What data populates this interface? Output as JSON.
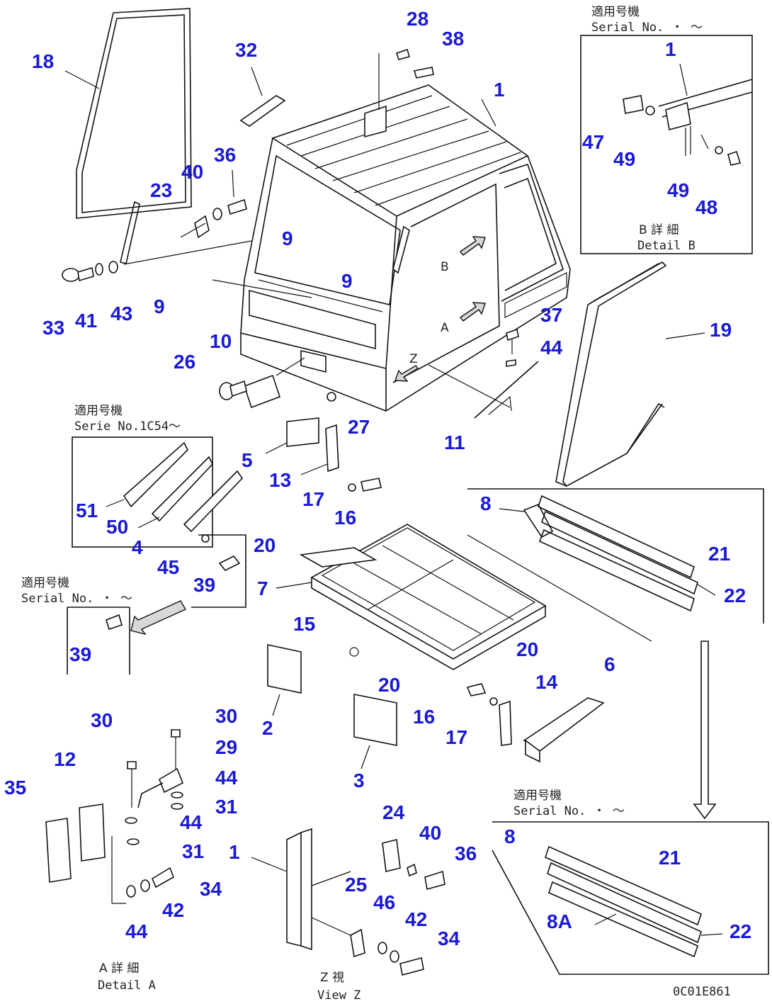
{
  "drawing_id": "0C01E861",
  "callouts": [
    {
      "id": "c18",
      "text": "18"
    },
    {
      "id": "c32",
      "text": "32"
    },
    {
      "id": "c28",
      "text": "28"
    },
    {
      "id": "c38",
      "text": "38"
    },
    {
      "id": "c1a",
      "text": "1"
    },
    {
      "id": "c36a",
      "text": "36"
    },
    {
      "id": "c40a",
      "text": "40"
    },
    {
      "id": "c23",
      "text": "23"
    },
    {
      "id": "c9a",
      "text": "9"
    },
    {
      "id": "c9b",
      "text": "9"
    },
    {
      "id": "c9c",
      "text": "9"
    },
    {
      "id": "c33",
      "text": "33"
    },
    {
      "id": "c41",
      "text": "41"
    },
    {
      "id": "c43",
      "text": "43"
    },
    {
      "id": "c10",
      "text": "10"
    },
    {
      "id": "c26",
      "text": "26"
    },
    {
      "id": "c27",
      "text": "27"
    },
    {
      "id": "c5",
      "text": "5"
    },
    {
      "id": "c13",
      "text": "13"
    },
    {
      "id": "c17a",
      "text": "17"
    },
    {
      "id": "c16a",
      "text": "16"
    },
    {
      "id": "c37",
      "text": "37"
    },
    {
      "id": "c44a",
      "text": "44"
    },
    {
      "id": "c11",
      "text": "11"
    },
    {
      "id": "c19",
      "text": "19"
    },
    {
      "id": "c51",
      "text": "51"
    },
    {
      "id": "c50",
      "text": "50"
    },
    {
      "id": "c4",
      "text": "4"
    },
    {
      "id": "c45",
      "text": "45"
    },
    {
      "id": "c39a",
      "text": "39"
    },
    {
      "id": "c39b",
      "text": "39"
    },
    {
      "id": "c20a",
      "text": "20"
    },
    {
      "id": "c7",
      "text": "7"
    },
    {
      "id": "c20b",
      "text": "20"
    },
    {
      "id": "c20c",
      "text": "20"
    },
    {
      "id": "c15",
      "text": "15"
    },
    {
      "id": "c8a",
      "text": "8"
    },
    {
      "id": "c21a",
      "text": "21"
    },
    {
      "id": "c22a",
      "text": "22"
    },
    {
      "id": "c2",
      "text": "2"
    },
    {
      "id": "c3",
      "text": "3"
    },
    {
      "id": "c6",
      "text": "6"
    },
    {
      "id": "c14",
      "text": "14"
    },
    {
      "id": "c16b",
      "text": "16"
    },
    {
      "id": "c17b",
      "text": "17"
    },
    {
      "id": "c30a",
      "text": "30"
    },
    {
      "id": "c30b",
      "text": "30"
    },
    {
      "id": "c29",
      "text": "29"
    },
    {
      "id": "c12",
      "text": "12"
    },
    {
      "id": "c44b",
      "text": "44"
    },
    {
      "id": "c31a",
      "text": "31"
    },
    {
      "id": "c44c",
      "text": "44"
    },
    {
      "id": "c35",
      "text": "35"
    },
    {
      "id": "c31b",
      "text": "31"
    },
    {
      "id": "c34a",
      "text": "34"
    },
    {
      "id": "c42a",
      "text": "42"
    },
    {
      "id": "c44d",
      "text": "44"
    },
    {
      "id": "c1b",
      "text": "1"
    },
    {
      "id": "c24",
      "text": "24"
    },
    {
      "id": "c40b",
      "text": "40"
    },
    {
      "id": "c36b",
      "text": "36"
    },
    {
      "id": "c25",
      "text": "25"
    },
    {
      "id": "c46",
      "text": "46"
    },
    {
      "id": "c42b",
      "text": "42"
    },
    {
      "id": "c34b",
      "text": "34"
    },
    {
      "id": "c1c",
      "text": "1"
    },
    {
      "id": "c47",
      "text": "47"
    },
    {
      "id": "c49a",
      "text": "49"
    },
    {
      "id": "c49b",
      "text": "49"
    },
    {
      "id": "c48",
      "text": "48"
    },
    {
      "id": "c8b",
      "text": "8"
    },
    {
      "id": "c21b",
      "text": "21"
    },
    {
      "id": "c8A",
      "text": "8A"
    },
    {
      "id": "c22b",
      "text": "22"
    }
  ],
  "captions": {
    "serial_b_jp": "適用号機",
    "serial_b_en": "Serial No.  ・  ～",
    "detail_b_jp": "B 詳 細",
    "detail_b_en": "Detail B",
    "serial_c_jp": "適用号機",
    "serial_c_en": "Serie  No.1C54～",
    "serial_d_jp": "適用号機",
    "serial_d_en": "Serial No.  ・  ～",
    "serial_e_jp": "適用号機",
    "serial_e_en": "Serial No.  ・  ～",
    "detail_a_jp": "A 詳 細",
    "detail_a_en": "Detail A",
    "view_z_jp": "Z  視",
    "view_z_en": "View Z",
    "cab_mark_b": "B",
    "cab_mark_a": "A",
    "cab_mark_z": "Z"
  }
}
